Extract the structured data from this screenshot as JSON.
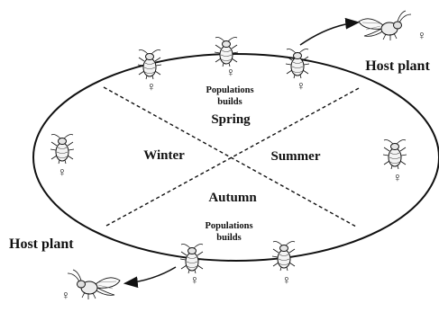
{
  "seasons": {
    "spring": "Spring",
    "summer": "Summer",
    "autumn": "Autumn",
    "winter": "Winter"
  },
  "host_plant_labels": {
    "top_right": "Host plant",
    "bottom_left": "Host plant"
  },
  "population_labels": {
    "top": [
      "Populations",
      "builds"
    ],
    "bottom": [
      "Populations",
      "builds"
    ]
  },
  "female_symbol": "♀",
  "icons": {
    "wingless": "wingless-aphid-icon",
    "winged": "winged-aphid-icon",
    "female": "female-symbol-icon"
  },
  "colors": {
    "line": "#111111",
    "background": "#ffffff"
  }
}
